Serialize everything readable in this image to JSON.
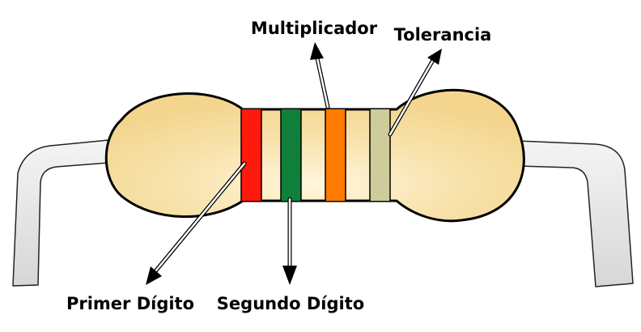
{
  "labels": {
    "multiplier": "Multiplicador",
    "tolerance": "Tolerancia",
    "first_digit": "Primer Dígito",
    "second_digit": "Segundo Dígito"
  },
  "colors": {
    "body_fill": "#f3d58e",
    "body_highlight": "#fff6dc",
    "body_outline": "#000000",
    "lead_fill": "#e6e6e6",
    "band_first": "#ff1a0d",
    "band_second": "#0f7f3a",
    "band_multiplier": "#ff7a00",
    "band_tolerance": "#cdcc9a"
  }
}
